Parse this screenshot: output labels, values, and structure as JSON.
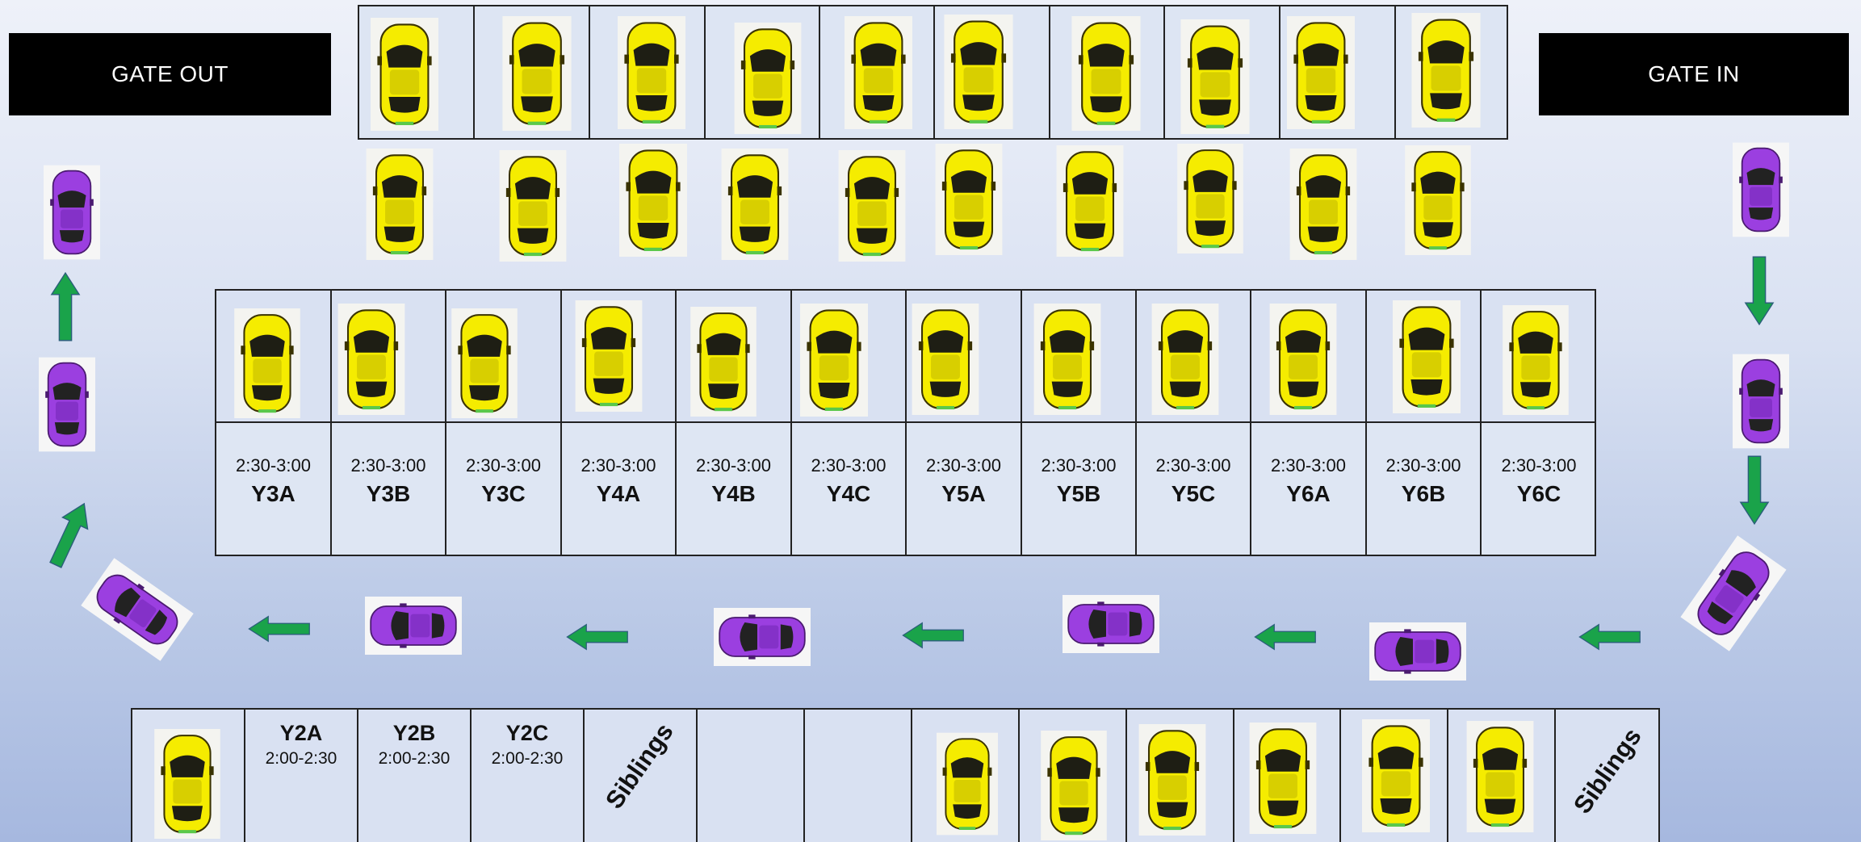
{
  "gates": {
    "out": "GATE OUT",
    "in": "GATE IN"
  },
  "pickup_zones": [
    {
      "time": "2:30-3:00",
      "class": "Y3A"
    },
    {
      "time": "2:30-3:00",
      "class": "Y3B"
    },
    {
      "time": "2:30-3:00",
      "class": "Y3C"
    },
    {
      "time": "2:30-3:00",
      "class": "Y4A"
    },
    {
      "time": "2:30-3:00",
      "class": "Y4B"
    },
    {
      "time": "2:30-3:00",
      "class": "Y4C"
    },
    {
      "time": "2:30-3:00",
      "class": "Y5A"
    },
    {
      "time": "2:30-3:00",
      "class": "Y5B"
    },
    {
      "time": "2:30-3:00",
      "class": "Y5C"
    },
    {
      "time": "2:30-3:00",
      "class": "Y6A"
    },
    {
      "time": "2:30-3:00",
      "class": "Y6B"
    },
    {
      "time": "2:30-3:00",
      "class": "Y6C"
    }
  ],
  "bottom_zones": [
    {
      "class": "Y2A",
      "time": "2:00-2:30"
    },
    {
      "class": "Y2B",
      "time": "2:00-2:30"
    },
    {
      "class": "Y2C",
      "time": "2:00-2:30"
    }
  ],
  "siblings_label": "Siblings",
  "colors": {
    "parked_car": "#f5ec00",
    "moving_car": "#9b3fe0",
    "arrow": "#1aa34a",
    "gate": "#000000"
  }
}
